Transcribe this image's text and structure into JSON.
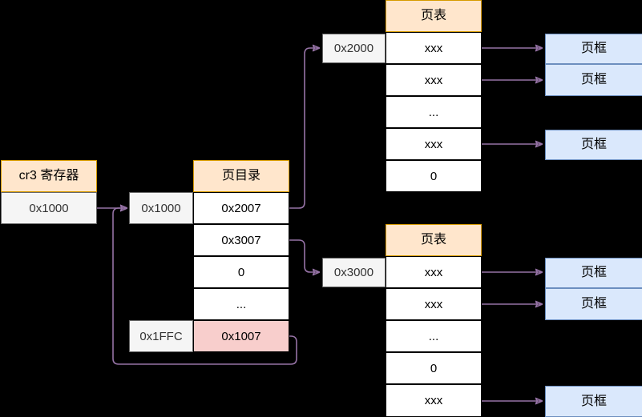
{
  "diagram": {
    "title": "x86 two-level paging: cr3 -> page directory -> page tables -> page frames",
    "colors": {
      "header_fill": "#ffe6cc",
      "header_stroke": "#d79b00",
      "cell_fill": "#ffffff",
      "cell_stroke": "#000000",
      "highlight_fill": "#f8cecc",
      "address_fill": "#f5f5f5",
      "address_stroke": "#666666",
      "frame_fill": "#dae8fc",
      "frame_stroke": "#6c8ebf",
      "arrow": "#9673a6",
      "background": "#000000"
    }
  },
  "cr3": {
    "header": "cr3 寄存器",
    "value": "0x1000"
  },
  "page_directory": {
    "header": "页目录",
    "entries": [
      {
        "address": "0x1000",
        "value": "0x2007",
        "highlight": false
      },
      {
        "address": "",
        "value": "0x3007",
        "highlight": false
      },
      {
        "address": "",
        "value": "0",
        "highlight": false
      },
      {
        "address": "",
        "value": "...",
        "highlight": false
      },
      {
        "address": "0x1FFC",
        "value": "0x1007",
        "highlight": true
      }
    ]
  },
  "page_table_top": {
    "header": "页表",
    "base_address": "0x2000",
    "entries": [
      {
        "value": "xxx"
      },
      {
        "value": "xxx"
      },
      {
        "value": "..."
      },
      {
        "value": "xxx"
      },
      {
        "value": "0"
      }
    ]
  },
  "page_table_bottom": {
    "header": "页表",
    "base_address": "0x3000",
    "entries": [
      {
        "value": "xxx"
      },
      {
        "value": "xxx"
      },
      {
        "value": "..."
      },
      {
        "value": "0"
      },
      {
        "value": "xxx"
      }
    ]
  },
  "page_frames": [
    {
      "label": "页框"
    },
    {
      "label": "页框"
    },
    {
      "label": "页框"
    },
    {
      "label": "页框"
    },
    {
      "label": "页框"
    },
    {
      "label": "页框"
    }
  ]
}
